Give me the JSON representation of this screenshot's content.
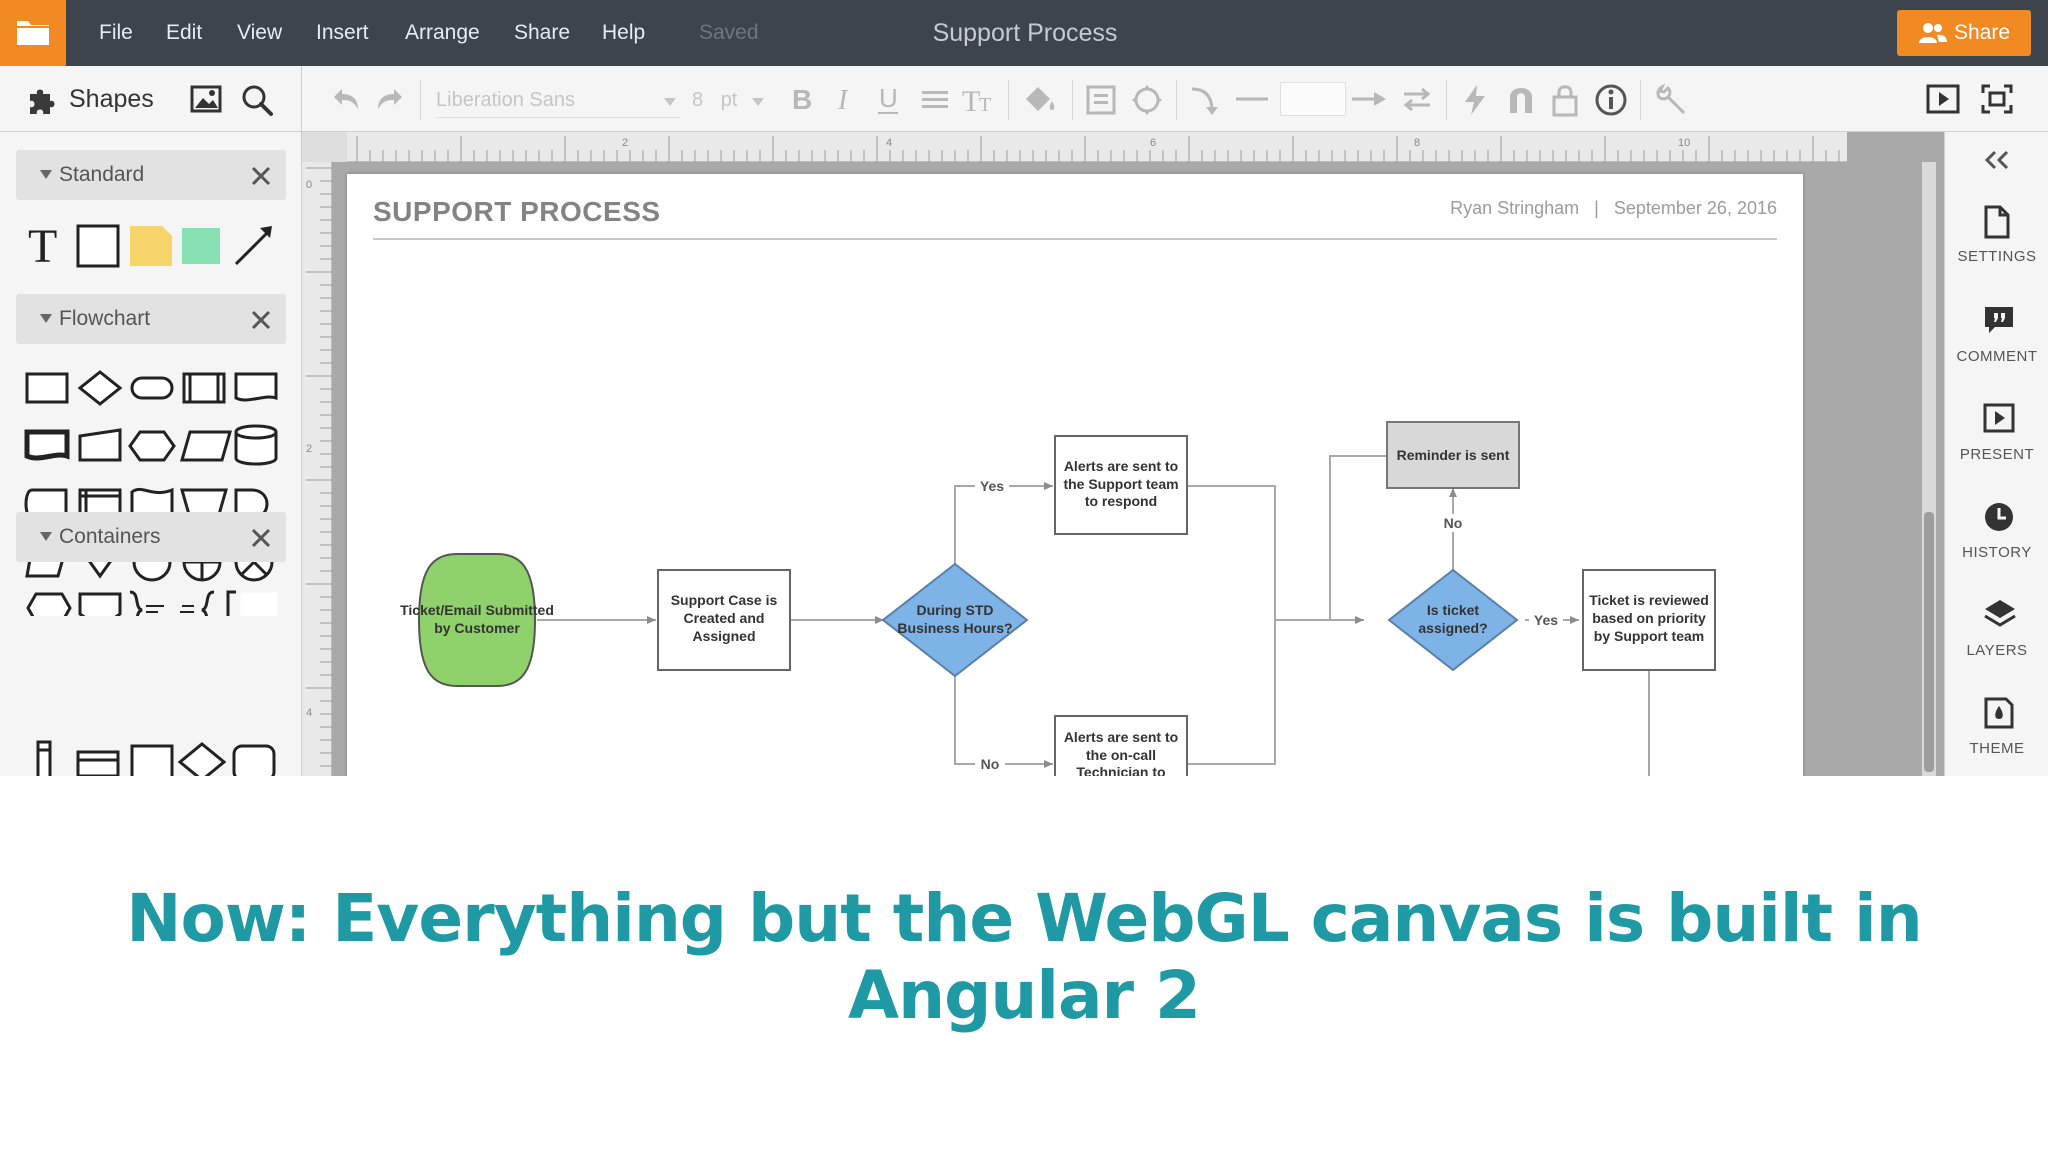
{
  "menubar": {
    "items": [
      "File",
      "Edit",
      "View",
      "Insert",
      "Arrange",
      "Share",
      "Help"
    ],
    "saved_status": "Saved",
    "document_title": "Support Process",
    "share_label": "Share"
  },
  "toolbar": {
    "shapes_label": "Shapes",
    "font_name": "Liberation Sans",
    "font_size": "8",
    "font_unit": "pt"
  },
  "left_panel": {
    "sections": [
      {
        "title": "Standard"
      },
      {
        "title": "Flowchart"
      },
      {
        "title": "Containers"
      }
    ]
  },
  "ruler": {
    "labels": [
      "2",
      "4",
      "6",
      "8",
      "10"
    ],
    "left_labels": [
      "0",
      "2",
      "4"
    ]
  },
  "page": {
    "title": "SUPPORT PROCESS",
    "author": "Ryan Stringham",
    "separator": "|",
    "date": "September 26, 2016"
  },
  "flowchart": {
    "start": [
      "Ticket/Email Submitted",
      "by Customer"
    ],
    "case": [
      "Support Case is",
      "Created and",
      "Assigned"
    ],
    "decision1": [
      "During STD",
      "Business Hours?"
    ],
    "alerts_support": [
      "Alerts are sent to",
      "the Support team",
      "to respond"
    ],
    "alerts_oncall": [
      "Alerts are sent to",
      "the on-call",
      "Technician to"
    ],
    "reminder": "Reminder is sent",
    "decision2": [
      "Is ticket",
      "assigned?"
    ],
    "reviewed": [
      "Ticket is reviewed",
      "based on priority",
      "by Support team"
    ],
    "label_yes": "Yes",
    "label_no": "No",
    "colors": {
      "start": "#8fd16a",
      "decision": "#7db3e6",
      "reminder": "#d8d8d8"
    }
  },
  "right_panel": {
    "items": [
      "SETTINGS",
      "COMMENT",
      "PRESENT",
      "HISTORY",
      "LAYERS",
      "THEME"
    ]
  },
  "caption": "Now: Everything but the WebGL canvas is built in Angular 2"
}
